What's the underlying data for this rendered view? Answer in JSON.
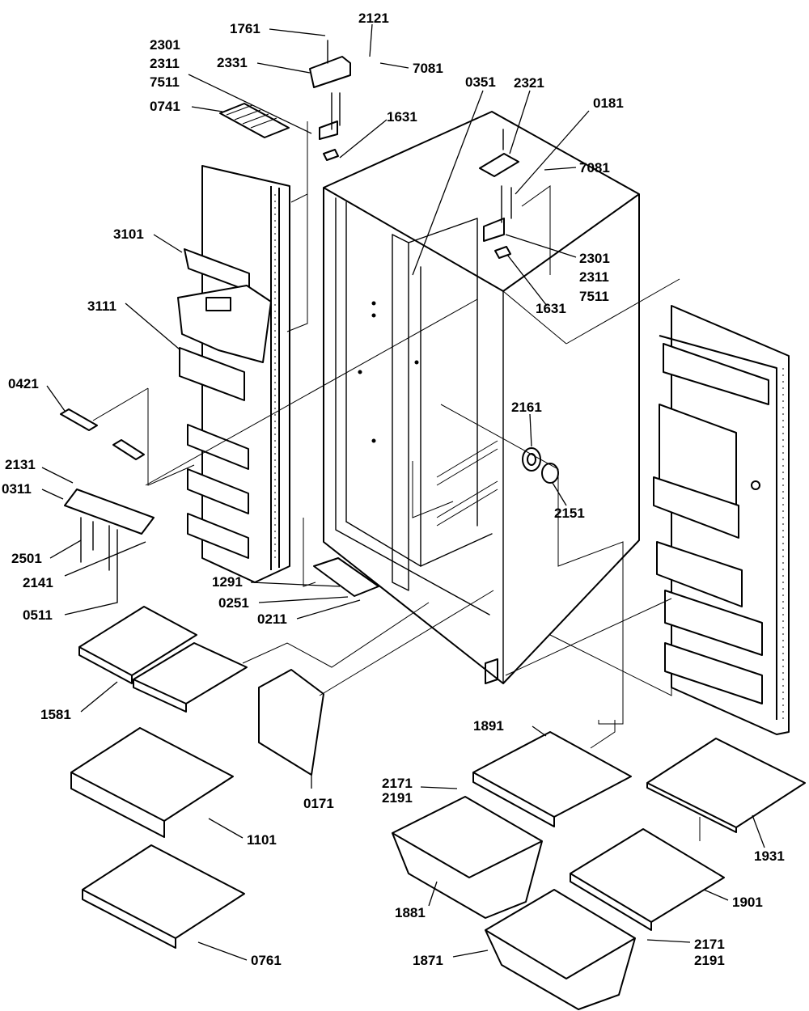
{
  "callouts": {
    "p1761": "1761",
    "p2121": "2121",
    "p2301_top": "2301",
    "p2311_top": "2311",
    "p7511_top": "7511",
    "p2331": "2331",
    "p7081_top": "7081",
    "p0741": "0741",
    "p1631_top": "1631",
    "p0351": "0351",
    "p2321": "2321",
    "p0181": "0181",
    "p7081_right": "7081",
    "p2301_right": "2301",
    "p2311_right": "2311",
    "p7511_right": "7511",
    "p1631_right": "1631",
    "p3101": "3101",
    "p3111": "3111",
    "p0421": "0421",
    "p2131": "2131",
    "p0311": "0311",
    "p2501": "2501",
    "p2141": "2141",
    "p0511": "0511",
    "p2161": "2161",
    "p2151": "2151",
    "p1291": "1291",
    "p0251": "0251",
    "p0211": "0211",
    "p1581": "1581",
    "p0171": "0171",
    "p1101": "1101",
    "p0761": "0761",
    "p1891": "1891",
    "p2171_mid": "2171",
    "p2191_mid": "2191",
    "p1931": "1931",
    "p1881": "1881",
    "p1901": "1901",
    "p1871": "1871",
    "p2171_bot": "2171",
    "p2191_bot": "2191"
  }
}
